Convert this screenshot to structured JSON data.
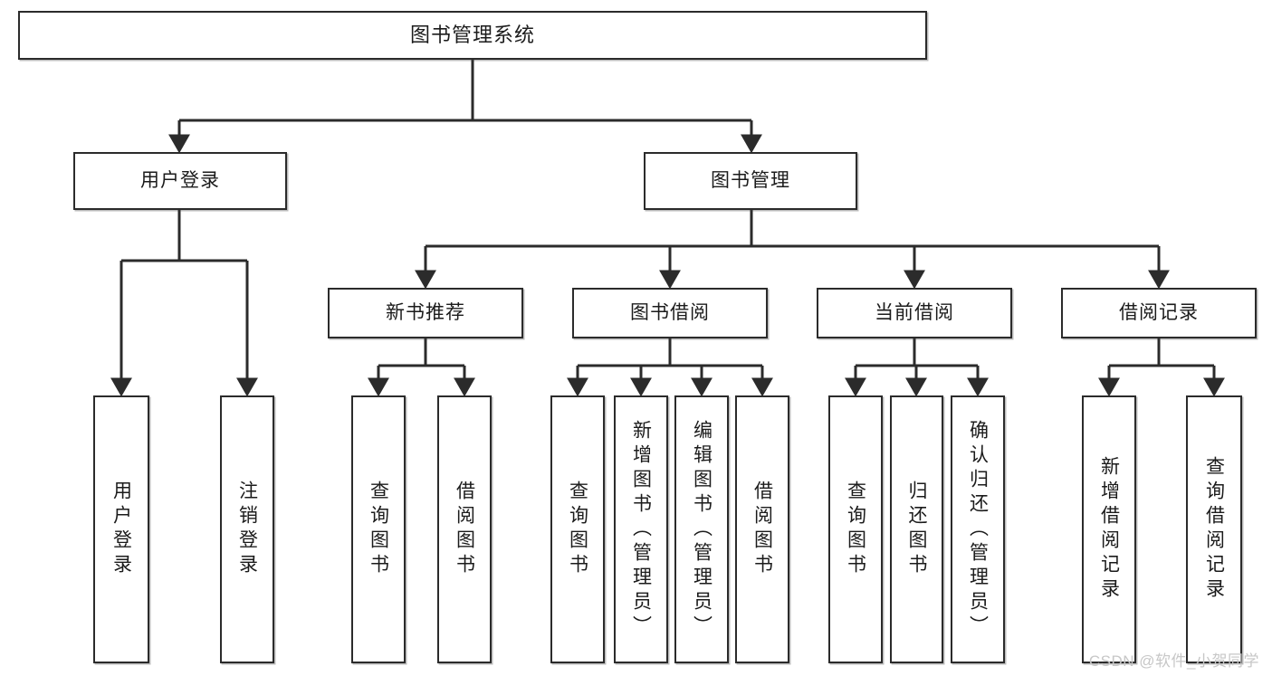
{
  "diagram": {
    "title": "图书管理系统",
    "type": "tree-hierarchy-chart",
    "watermark": "CSDN @软件_小贺同学",
    "colors": {
      "box_border": "#2b2b2b",
      "box_fill": "#ffffff",
      "connector": "#2b2b2b",
      "text": "#1b1b1b",
      "watermark": "#c7c7c7"
    },
    "nodes": {
      "root": {
        "label": "图书管理系统"
      },
      "level2": [
        {
          "label": "用户登录"
        },
        {
          "label": "图书管理"
        }
      ],
      "level3": [
        {
          "label": "新书推荐"
        },
        {
          "label": "图书借阅"
        },
        {
          "label": "当前借阅"
        },
        {
          "label": "借阅记录"
        }
      ],
      "leaves": [
        {
          "label": "用户登录"
        },
        {
          "label": "注销登录"
        },
        {
          "label": "查询图书"
        },
        {
          "label": "借阅图书"
        },
        {
          "label": "查询图书"
        },
        {
          "label": "新增图书（管理员）"
        },
        {
          "label": "编辑图书（管理员）"
        },
        {
          "label": "借阅图书"
        },
        {
          "label": "查询图书"
        },
        {
          "label": "归还图书"
        },
        {
          "label": "确认归还（管理员）"
        },
        {
          "label": "新增借阅记录"
        },
        {
          "label": "查询借阅记录"
        }
      ]
    }
  }
}
